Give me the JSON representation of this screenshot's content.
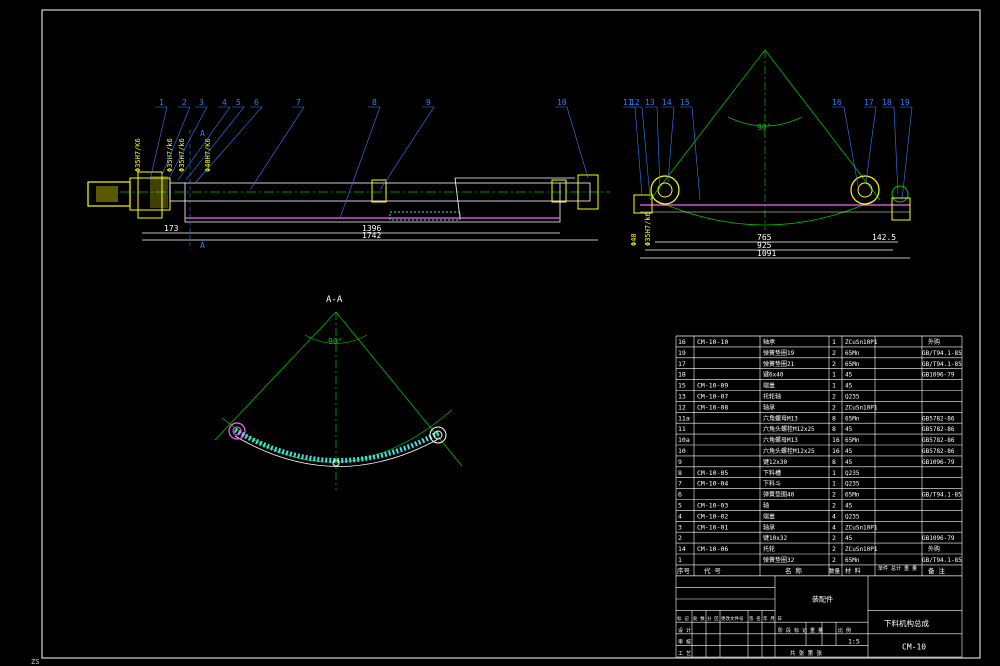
{
  "colors": {
    "background": "#000000",
    "border": "#ffffff",
    "part": "#ffff00",
    "leader": "#2f7fff",
    "centerline": "#00c000",
    "component": "#ff60ff",
    "hatch": "#40e0e0",
    "table_text": "#ffffff"
  },
  "front_view": {
    "balloons": [
      "1",
      "2",
      "3",
      "4",
      "5",
      "6",
      "7",
      "8",
      "9",
      "10"
    ],
    "dims": {
      "left": "173",
      "middle": "1396",
      "total": "1742"
    },
    "vertical_dims": [
      "Φ35H7/K6",
      "Φ35H7/k6",
      "Φ35H7/k6",
      "Φ40H7/K6"
    ],
    "section_mark": "A"
  },
  "side_view": {
    "balloons": [
      "11",
      "12",
      "13",
      "14",
      "15",
      "16",
      "17",
      "18",
      "19"
    ],
    "angle": "90°",
    "dims": {
      "d1": "765",
      "d2": "925",
      "d3": "1091",
      "right": "142.5"
    },
    "vertical_dims": [
      "Φ40",
      "Φ35H7/k6"
    ]
  },
  "section_view": {
    "title": "A-A",
    "angle": "90°"
  },
  "bom": {
    "rows": [
      {
        "no": "16",
        "code": "CM-10-10",
        "name": "轴承",
        "qty": "1",
        "mat": "ZCuSn10P1",
        "std": "",
        "note": "外购"
      },
      {
        "no": "19",
        "code": "",
        "name": "弹簧垫圈19",
        "qty": "2",
        "mat": "65Mn",
        "std": "GB/T94.1-85",
        "note": ""
      },
      {
        "no": "17",
        "code": "",
        "name": "弹簧垫圈21",
        "qty": "2",
        "mat": "65Mn",
        "std": "GB/T94.1-85",
        "note": ""
      },
      {
        "no": "18",
        "code": "",
        "name": "键6x40",
        "qty": "1",
        "mat": "45",
        "std": "GB1096-79",
        "note": ""
      },
      {
        "no": "15",
        "code": "CM-10-09",
        "name": "端盖",
        "qty": "1",
        "mat": "45",
        "std": "",
        "note": ""
      },
      {
        "no": "13",
        "code": "CM-10-07",
        "name": "托轮轴",
        "qty": "2",
        "mat": "Q235",
        "std": "",
        "note": ""
      },
      {
        "no": "12",
        "code": "CM-10-08",
        "name": "轴承",
        "qty": "2",
        "mat": "ZCuSn10P1",
        "std": "",
        "note": ""
      },
      {
        "no": "11a",
        "code": "",
        "name": "六角螺母M13",
        "qty": "8",
        "mat": "65Mn",
        "std": "GB5782-86",
        "note": ""
      },
      {
        "no": "11",
        "code": "",
        "name": "六角头螺栓M12x25",
        "qty": "8",
        "mat": "45",
        "std": "GB5782-86",
        "note": ""
      },
      {
        "no": "10a",
        "code": "",
        "name": "六角螺母M13",
        "qty": "16",
        "mat": "65Mn",
        "std": "GB5782-86",
        "note": ""
      },
      {
        "no": "10",
        "code": "",
        "name": "六角头螺栓M12x25",
        "qty": "16",
        "mat": "45",
        "std": "GB5782-86",
        "note": ""
      },
      {
        "no": "9",
        "code": "",
        "name": "键12x30",
        "qty": "8",
        "mat": "45",
        "std": "GB1096-79",
        "note": ""
      },
      {
        "no": "8",
        "code": "CM-10-05",
        "name": "下料槽",
        "qty": "1",
        "mat": "Q235",
        "std": "",
        "note": ""
      },
      {
        "no": "7",
        "code": "CM-10-04",
        "name": "下料斗",
        "qty": "1",
        "mat": "Q235",
        "std": "",
        "note": ""
      },
      {
        "no": "6",
        "code": "",
        "name": "弹簧垫圈40",
        "qty": "2",
        "mat": "65Mn",
        "std": "GB/T94.1-85",
        "note": ""
      },
      {
        "no": "5",
        "code": "CM-10-03",
        "name": "轴",
        "qty": "2",
        "mat": "45",
        "std": "",
        "note": ""
      },
      {
        "no": "4",
        "code": "CM-10-02",
        "name": "端盖",
        "qty": "4",
        "mat": "Q235",
        "std": "",
        "note": ""
      },
      {
        "no": "3",
        "code": "CM-10-01",
        "name": "轴承",
        "qty": "4",
        "mat": "ZCuSn10P1",
        "std": "",
        "note": ""
      },
      {
        "no": "2",
        "code": "",
        "name": "键10x32",
        "qty": "2",
        "mat": "45",
        "std": "GB1096-79",
        "note": ""
      },
      {
        "no": "14",
        "code": "CM-10-06",
        "name": "托轮",
        "qty": "2",
        "mat": "ZCuSn10P1",
        "std": "",
        "note": "外购"
      },
      {
        "no": "1",
        "code": "",
        "name": "弹簧垫圈32",
        "qty": "2",
        "mat": "65Mn",
        "std": "GB/T94.1-85",
        "note": ""
      }
    ],
    "header": {
      "no": "序号",
      "code": "代 号",
      "name": "名 称",
      "qty": "数量",
      "mat": "材 料",
      "wt": "单件 总计 重 量",
      "note": "备 注"
    },
    "title_block": {
      "company": "装配件",
      "drawing_name": "下料机构总成",
      "drawing_no": "CM-10",
      "scale": "1:5",
      "row_labels": [
        "标 记",
        "处 数",
        "分 区",
        "更改文件号",
        "签 名",
        "年 月 日"
      ],
      "role_labels": [
        "设 计",
        "审 核",
        "工 艺"
      ],
      "cols": [
        "阶 段 标 记",
        "重 量",
        "比 例"
      ],
      "sheet": "共 张 第 张"
    }
  },
  "corner_note": "ZS"
}
